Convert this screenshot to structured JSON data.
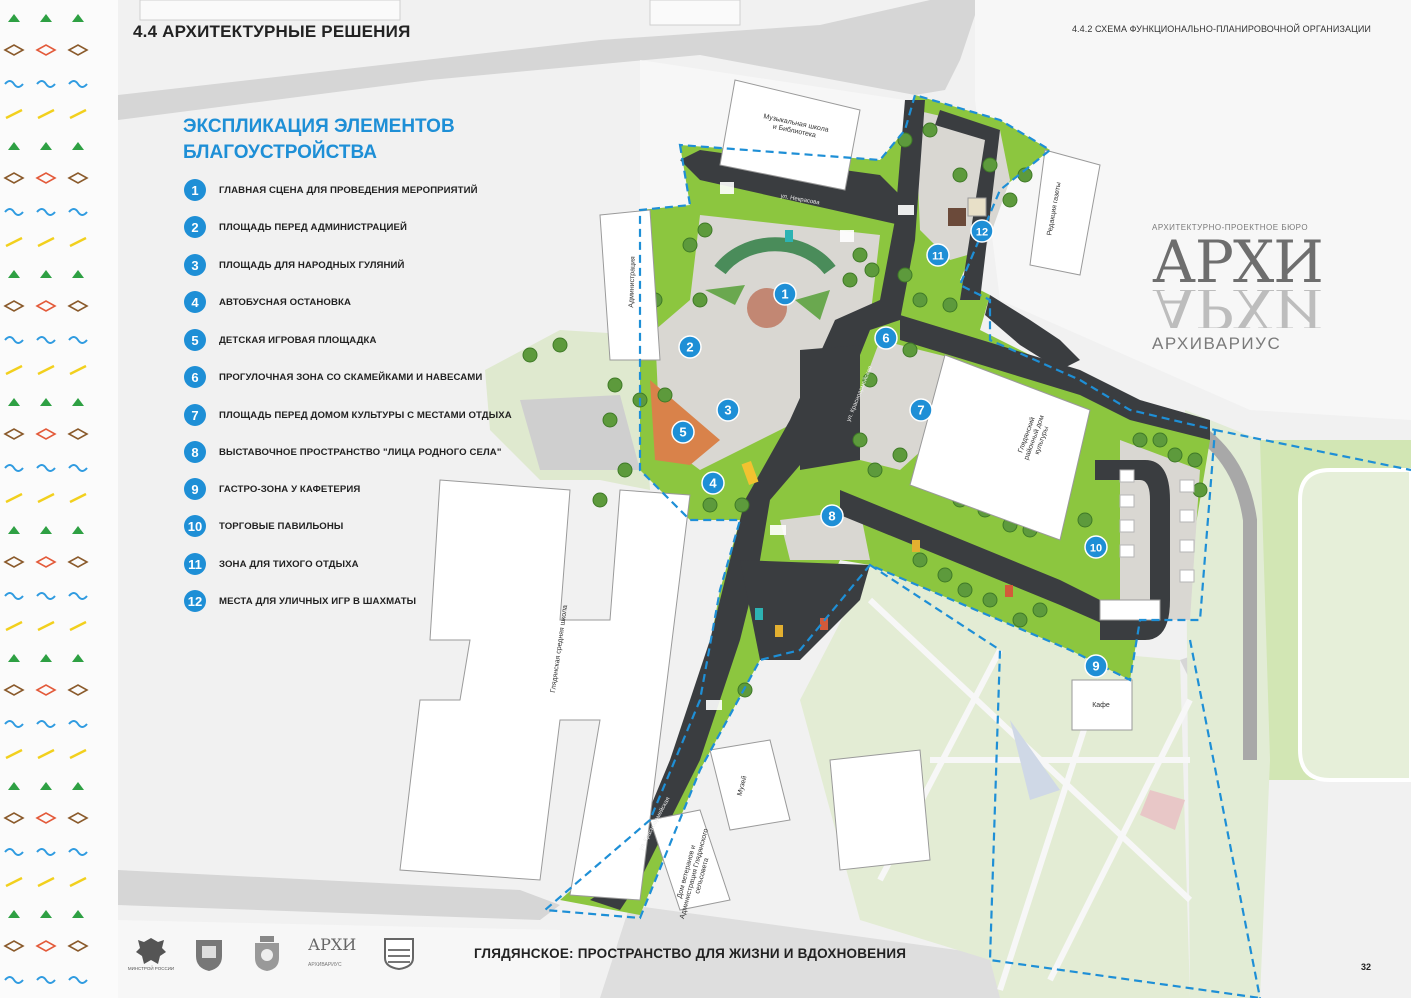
{
  "header": {
    "section_title": "4.4 АРХИТЕКТУРНЫЕ РЕШЕНИЯ",
    "subsection": "4.4.2 СХЕМА ФУНКЦИОНАЛЬНО-ПЛАНИРОВОЧНОЙ ОРГАНИЗАЦИИ"
  },
  "legend": {
    "title_line1": "ЭКСПЛИКАЦИЯ ЭЛЕМЕНТОВ",
    "title_line2": "БЛАГОУСТРОЙСТВА",
    "items": [
      {
        "num": "1",
        "label": "ГЛАВНАЯ СЦЕНА ДЛЯ ПРОВЕДЕНИЯ МЕРОПРИЯТИЙ"
      },
      {
        "num": "2",
        "label": "ПЛОЩАДЬ ПЕРЕД АДМИНИСТРАЦИЕЙ"
      },
      {
        "num": "3",
        "label": "ПЛОЩАДЬ ДЛЯ НАРОДНЫХ ГУЛЯНИЙ"
      },
      {
        "num": "4",
        "label": "АВТОБУСНАЯ ОСТАНОВКА"
      },
      {
        "num": "5",
        "label": "ДЕТСКАЯ ИГРОВАЯ ПЛОЩАДКА"
      },
      {
        "num": "6",
        "label": "ПРОГУЛОЧНАЯ ЗОНА СО СКАМЕЙКАМИ И НАВЕСАМИ"
      },
      {
        "num": "7",
        "label": "ПЛОЩАДЬ ПЕРЕД ДОМОМ КУЛЬТУРЫ С МЕСТАМИ ОТДЫХА"
      },
      {
        "num": "8",
        "label": "ВЫСТАВОЧНОЕ ПРОСТРАНСТВО \"ЛИЦА РОДНОГО СЕЛА\""
      },
      {
        "num": "9",
        "label": "ГАСТРО-ЗОНА У КАФЕТЕРИЯ"
      },
      {
        "num": "10",
        "label": "ТОРГОВЫЕ ПАВИЛЬОНЫ"
      },
      {
        "num": "11",
        "label": "ЗОНА ДЛЯ ТИХОГО ОТДЫХА"
      },
      {
        "num": "12",
        "label": "МЕСТА ДЛЯ УЛИЧНЫХ ИГР В ШАХМАТЫ"
      }
    ]
  },
  "buildings": {
    "music_school": "Музыкальная школа и Библиотека",
    "administration": "Администрация",
    "newspaper": "Редакция газеты",
    "culture_house": "Глядянский районный дом культуры",
    "school": "Глядянская средняя школа",
    "cafe": "Кафе",
    "museum": "Музей",
    "council": "Дом ветеранов и Администрация Глядянского сельсовета",
    "street_nekrasova": "ул. Некрасова",
    "street_krasnoarmeyskaya_1": "ул. Красноармейская",
    "street_krasnoarmeyskaya_2": "ул. Красноармейская"
  },
  "brand": {
    "top": "АРХИТЕКТУРНО-ПРОЕКТНОЕ БЮРО",
    "big": "АРХИ",
    "bottom": "АРХИВАРИУС"
  },
  "footer": {
    "title": "ГЛЯДЯНСКОЕ: ПРОСТРАНСТВО ДЛЯ ЖИЗНИ И ВДОХНОВЕНИЯ",
    "page_number": "32",
    "logo1_caption": "МИНСТРОЙ РОССИИ",
    "logo4_top": "АРХИ",
    "logo4_bottom": "АРХИВАРИУС"
  },
  "markers": [
    "1",
    "2",
    "3",
    "4",
    "5",
    "6",
    "7",
    "8",
    "9",
    "10",
    "11",
    "12"
  ],
  "colors": {
    "accent": "#1e8fd6",
    "grass": "#8cc63f",
    "road": "#3a3d40",
    "paving": "#d9d7d2",
    "boundary": "#1e8fd6"
  }
}
